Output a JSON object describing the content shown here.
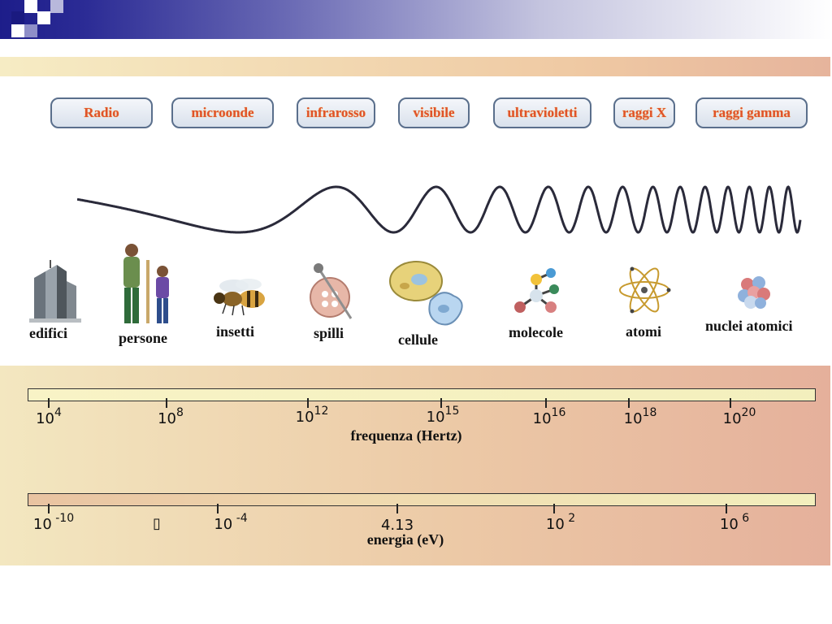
{
  "bands": [
    "Radio",
    "microonde",
    "infrarosso",
    "visibile",
    "ultravioletti",
    "raggi X",
    "raggi gamma"
  ],
  "objects": {
    "edifici": "edifici",
    "persone": "persone",
    "insetti": "insetti",
    "spilli": "spilli",
    "cellule": "cellule",
    "molecole": "molecole",
    "atomi": "atomi",
    "nuclei": "nuclei atomici"
  },
  "frequency": {
    "title": "frequenza (Hertz)",
    "ticks": [
      {
        "base": "10",
        "exp": "4"
      },
      {
        "base": "10",
        "exp": "8"
      },
      {
        "base": "10",
        "exp": "12"
      },
      {
        "base": "10",
        "exp": "15"
      },
      {
        "base": "10",
        "exp": "16"
      },
      {
        "base": "10",
        "exp": "18"
      },
      {
        "base": "10",
        "exp": "20"
      }
    ]
  },
  "energy": {
    "title": "energia (eV)",
    "ticks": [
      {
        "base": "10",
        "exp": " -10"
      },
      {
        "base": "",
        "exp": "",
        "glyph": "▯"
      },
      {
        "base": "10",
        "exp": " -4"
      },
      {
        "base": "4.13",
        "exp": ""
      },
      {
        "base": "10",
        "exp": " 2"
      },
      {
        "base": "10",
        "exp": " 6"
      }
    ]
  },
  "colors": {
    "band_text": "#e0522a",
    "band_border": "#5a6f8c",
    "wave": "#2a2a3a"
  }
}
